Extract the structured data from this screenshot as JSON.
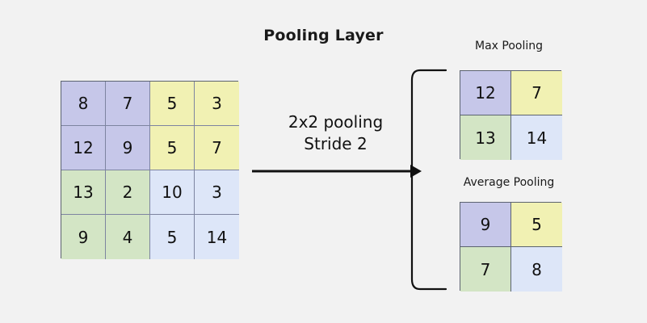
{
  "diagram": {
    "title": "Pooling Layer",
    "background_color": "#f2f2f2",
    "annotation": {
      "line1": "2x2 pooling",
      "line2": "Stride 2"
    },
    "colors": {
      "purple": "#c6c7e9",
      "yellow": "#f1f1b3",
      "green": "#d3e5c5",
      "blue": "#dde6f8",
      "gridline": "#7d84a0",
      "border": "#5c6370",
      "text": "#111111"
    }
  },
  "input_matrix": {
    "rows": 4,
    "cols": 4,
    "cells": [
      {
        "value": "8",
        "tint": "q-purple"
      },
      {
        "value": "7",
        "tint": "q-purple"
      },
      {
        "value": "5",
        "tint": "q-yellow"
      },
      {
        "value": "3",
        "tint": "q-yellow"
      },
      {
        "value": "12",
        "tint": "q-purple"
      },
      {
        "value": "9",
        "tint": "q-purple"
      },
      {
        "value": "5",
        "tint": "q-yellow"
      },
      {
        "value": "7",
        "tint": "q-yellow"
      },
      {
        "value": "13",
        "tint": "q-green"
      },
      {
        "value": "2",
        "tint": "q-green"
      },
      {
        "value": "10",
        "tint": "q-blue"
      },
      {
        "value": "3",
        "tint": "q-blue"
      },
      {
        "value": "9",
        "tint": "q-green"
      },
      {
        "value": "4",
        "tint": "q-green"
      },
      {
        "value": "5",
        "tint": "q-blue"
      },
      {
        "value": "14",
        "tint": "q-blue"
      }
    ]
  },
  "outputs": [
    {
      "label": "Max Pooling",
      "rows": 2,
      "cols": 2,
      "cells": [
        {
          "value": "12",
          "tint": "q-purple"
        },
        {
          "value": "7",
          "tint": "q-yellow"
        },
        {
          "value": "13",
          "tint": "q-green"
        },
        {
          "value": "14",
          "tint": "q-blue"
        }
      ]
    },
    {
      "label": "Average Pooling",
      "rows": 2,
      "cols": 2,
      "cells": [
        {
          "value": "9",
          "tint": "q-purple"
        },
        {
          "value": "5",
          "tint": "q-yellow"
        },
        {
          "value": "7",
          "tint": "q-green"
        },
        {
          "value": "8",
          "tint": "q-blue"
        }
      ]
    }
  ]
}
